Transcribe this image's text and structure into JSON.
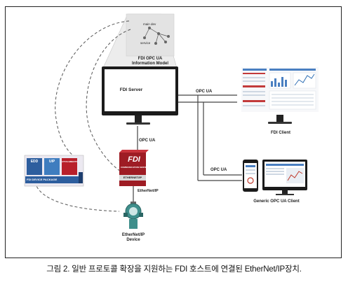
{
  "tree": {
    "root": "main dev",
    "child": "service"
  },
  "info_model": {
    "line1": "FDI OPC UA",
    "line2": "Information Model"
  },
  "server": {
    "label": "FDI Server"
  },
  "links": {
    "server_to_client": "OPC UA",
    "server_to_comm": "OPC UA",
    "to_generic": "OPC UA",
    "comm_to_device": "EtherNet/IP"
  },
  "fdi_client": {
    "label": "FDI Client"
  },
  "generic_client": {
    "label": "Generic OPC UA Client"
  },
  "comm_server": {
    "brand": "FDI",
    "sub": "COMMUNICATION SERVER",
    "band": "ETHERNET/IP"
  },
  "package": {
    "title": "FDI DEVICE PACKAGE",
    "tiles": [
      "EDD",
      "UIP",
      "ATTACHMENTS"
    ]
  },
  "device": {
    "line1": "EtherNet/IP",
    "line2": "Device"
  },
  "caption": "그림 2. 일반 프로토콜 확장을 지원하는 FDI 호스트에 연결된 EtherNet/IP장치.",
  "colors": {
    "fdi_red": "#b8202a",
    "package_blue": "#2d5e9e",
    "device_teal": "#3f8f8c",
    "line": "#444444",
    "info_model_bg": "#e6e6e6"
  }
}
